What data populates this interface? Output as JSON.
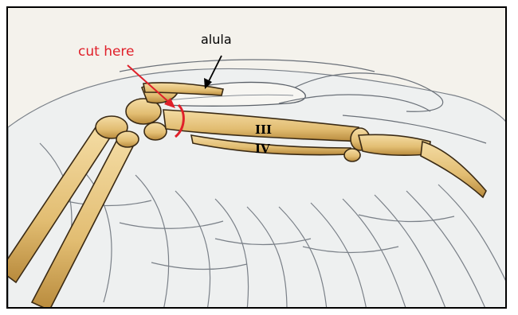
{
  "labels": {
    "cut_here": "cut here",
    "alula": "alula",
    "digit_iii": "III",
    "digit_iv": "IV"
  },
  "colors": {
    "cut_label": "#e0202a",
    "cut_arc": "#e0202a",
    "bone_fill": "#e8c884",
    "bone_shadow": "#b88a3c",
    "bone_outline": "#3a2a14",
    "feather_fill": "#f7f6f2",
    "feather_line": "#7a8088",
    "yellow_region": "#e9e84a",
    "pointer": "#000000"
  }
}
